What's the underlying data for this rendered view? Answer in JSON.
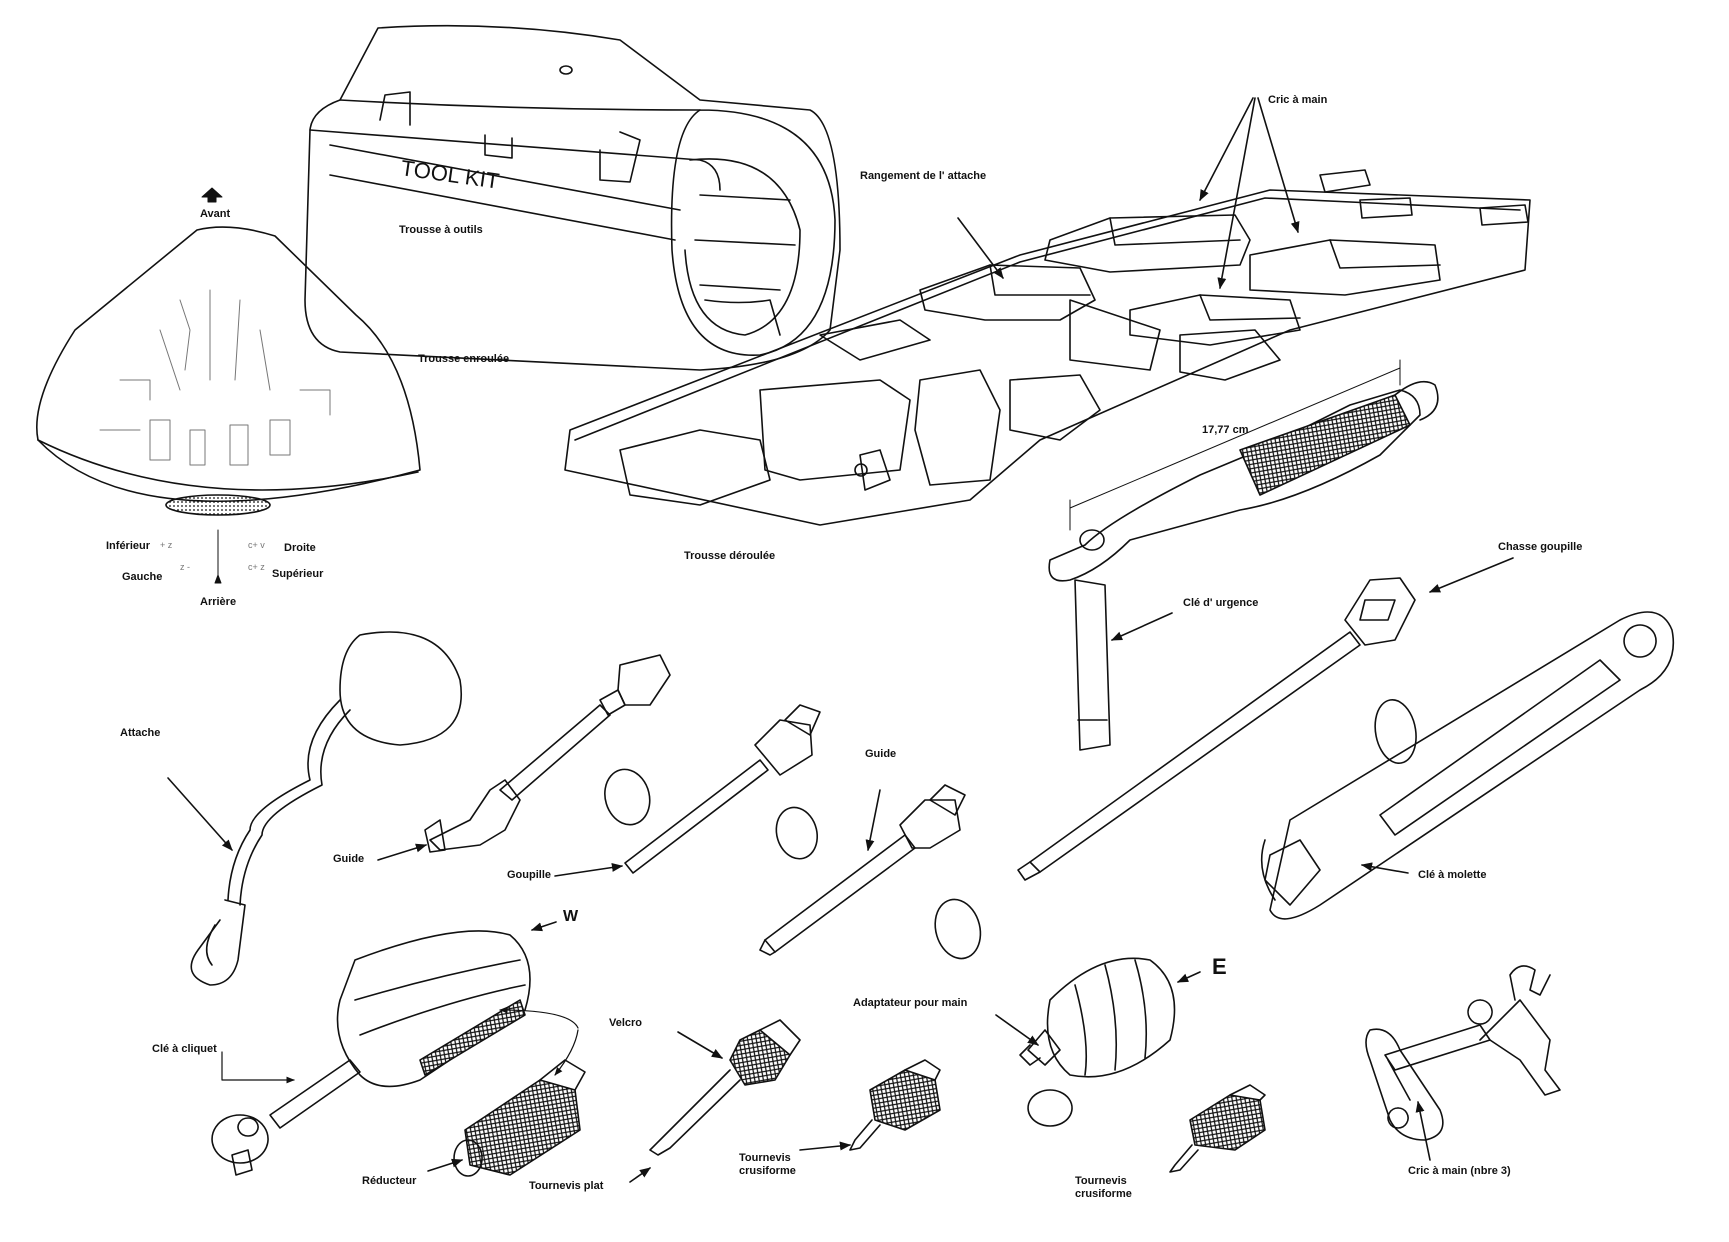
{
  "diagram": {
    "labels": {
      "avant": "Avant",
      "trousse_outils": "Trousse à outils",
      "tool_kit": "TOOL KIT",
      "rangement_attache": "Rangement de l' attache",
      "cric_main": "Cric à main",
      "trousse_enroulee": "Trousse enroulée",
      "dimension": "17,77 cm",
      "trousse_deroulee": "Trousse déroulée",
      "inferieur": "Inférieur",
      "droite": "Droite",
      "gauche": "Gauche",
      "superieur": "Supérieur",
      "arriere": "Arrière",
      "chasse_goupille": "Chasse goupille",
      "cle_urgence": "Clé d' urgence",
      "attache": "Attache",
      "guide_1": "Guide",
      "guide_2": "Guide",
      "goupille": "Goupille",
      "cle_molette": "Clé à molette",
      "letter_w": "W",
      "letter_e": "E",
      "velcro": "Velcro",
      "adaptateur": "Adaptateur pour main",
      "cle_cliquet": "Clé à cliquet",
      "reducteur": "Réducteur",
      "tournevis_plat": "Tournevis plat",
      "tournevis_cruciforme_1": "Tournevis\ncrusiforme",
      "tournevis_cruciforme_2": "Tournevis\ncrusiforme",
      "cric_main_nbre": "Cric à main (nbre 3)"
    }
  }
}
